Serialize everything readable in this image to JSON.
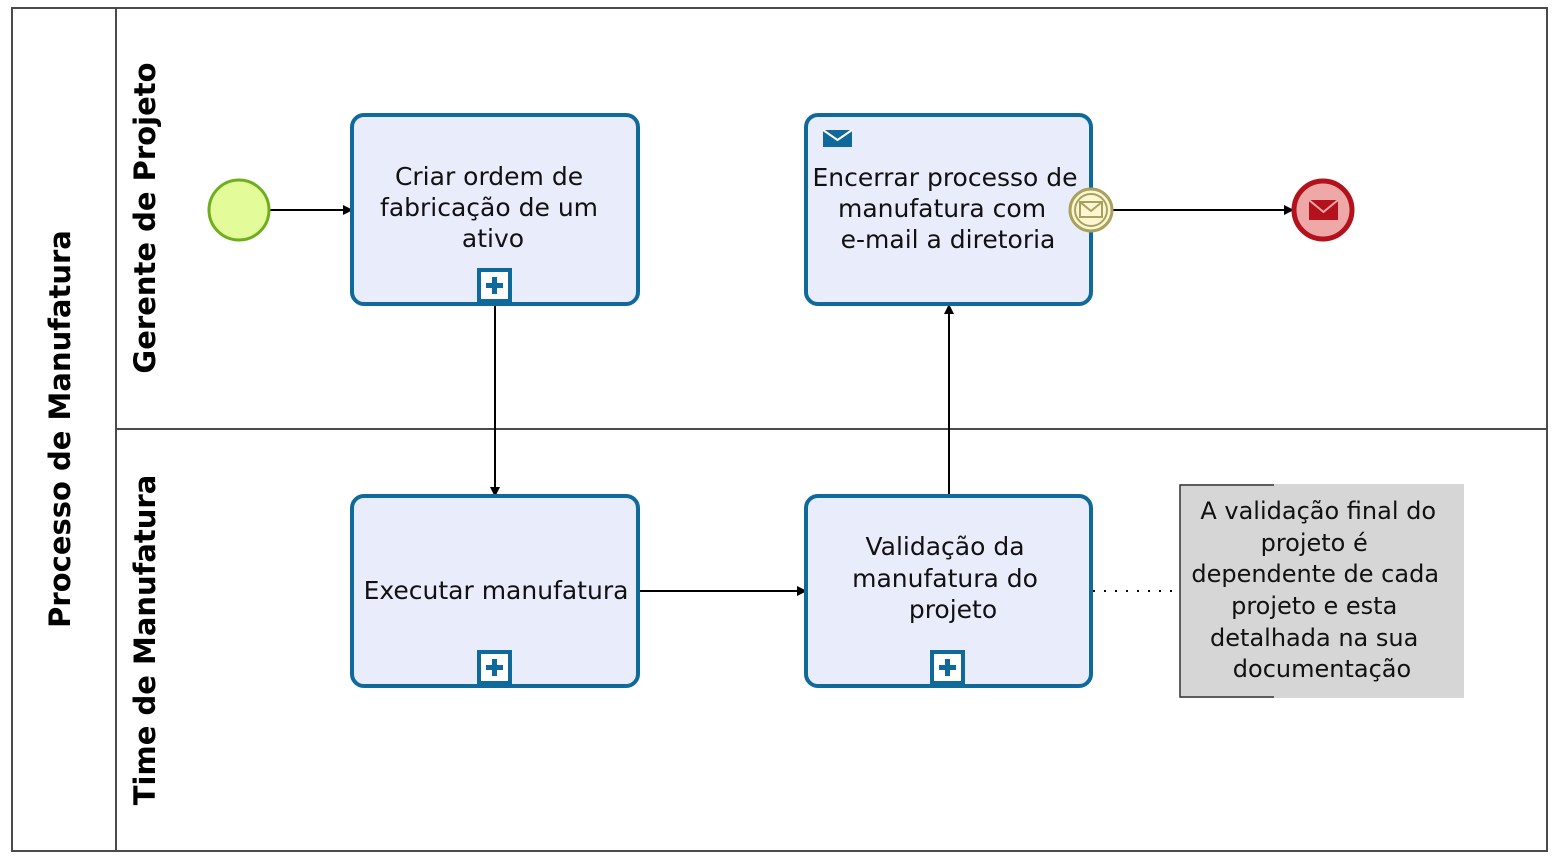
{
  "pool": {
    "label": "Processo de Manufatura"
  },
  "lanes": [
    {
      "label": "Gerente de Projeto"
    },
    {
      "label": "Time de Manufatura"
    }
  ],
  "tasks": {
    "criar_ordem": {
      "lines": [
        "Criar ordem de",
        "fabricação de um",
        "ativo"
      ],
      "marker": "subprocess-plus-icon"
    },
    "encerrar": {
      "lines": [
        "Encerrar processo de",
        "manufatura com",
        "e-mail a diretoria"
      ],
      "marker": "envelope-icon"
    },
    "executar": {
      "lines": [
        "Executar manufatura"
      ],
      "marker": "subprocess-plus-icon"
    },
    "validacao": {
      "lines": [
        "Validação da",
        "manufatura do",
        "projeto"
      ],
      "marker": "subprocess-plus-icon"
    }
  },
  "annotation": {
    "lines": [
      "A validação final do",
      "projeto é",
      "dependente de cada",
      "projeto e esta",
      "detalhada na sua",
      "documentação"
    ]
  },
  "events": {
    "start": {
      "type": "start-event"
    },
    "boundary": {
      "type": "message-boundary-event",
      "icon": "envelope-icon"
    },
    "end": {
      "type": "message-end-event",
      "icon": "envelope-icon"
    }
  },
  "colors": {
    "task_fill": "#e8ecfb",
    "task_stroke": "#10699b",
    "start_fill": "#e4fb9a",
    "start_stroke": "#6fae1f",
    "end_fill": "#eea8a8",
    "end_stroke": "#b3111b",
    "boundary_fill": "#fcf6d2",
    "boundary_stroke": "#a8a25f",
    "annotation_fill": "#d6d6d6"
  }
}
